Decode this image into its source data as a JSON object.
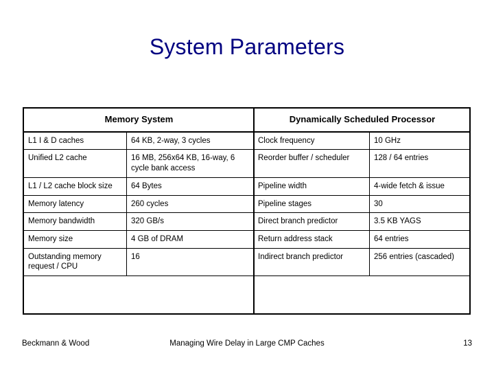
{
  "slide": {
    "title": "System Parameters",
    "title_color": "#000080",
    "accent_color": "#C00000"
  },
  "table": {
    "headers": {
      "left": "Memory System",
      "right": "Dynamically Scheduled Processor"
    },
    "rows": [
      {
        "left_label": "L1 I & D caches",
        "left_value": "64 KB, 2-way, 3 cycles",
        "left_highlight": false,
        "right_label": "Clock frequency",
        "right_value": "10 GHz",
        "right_highlight": true
      },
      {
        "left_label": "Unified L2 cache",
        "left_value": "16 MB, 256x64 KB, 16-way, 6 cycle bank access",
        "left_highlight": true,
        "right_label": "Reorder buffer / scheduler",
        "right_value": "128 / 64 entries",
        "right_highlight": false
      },
      {
        "left_label": "L1 / L2 cache block size",
        "left_value": "64 Bytes",
        "left_highlight": false,
        "right_label": "Pipeline width",
        "right_value": "4-wide fetch & issue",
        "right_highlight": false
      },
      {
        "left_label": "Memory latency",
        "left_value": "260 cycles",
        "left_highlight": false,
        "right_label": "Pipeline stages",
        "right_value": "30",
        "right_highlight": false
      },
      {
        "left_label": "Memory bandwidth",
        "left_value": "320 GB/s",
        "left_highlight": false,
        "right_label": "Direct branch predictor",
        "right_value": "3.5 KB YAGS",
        "right_highlight": false
      },
      {
        "left_label": "Memory size",
        "left_value": "4 GB of DRAM",
        "left_highlight": false,
        "right_label": "Return address stack",
        "right_value": "64 entries",
        "right_highlight": false
      },
      {
        "left_label": "Outstanding memory request / CPU",
        "left_value": "16",
        "left_highlight": false,
        "right_label": "Indirect branch predictor",
        "right_value": "256 entries (cascaded)",
        "right_highlight": false
      }
    ]
  },
  "footer": {
    "authors": "Beckmann & Wood",
    "paper_title": "Managing Wire Delay in Large CMP Caches",
    "page_number": "13"
  }
}
